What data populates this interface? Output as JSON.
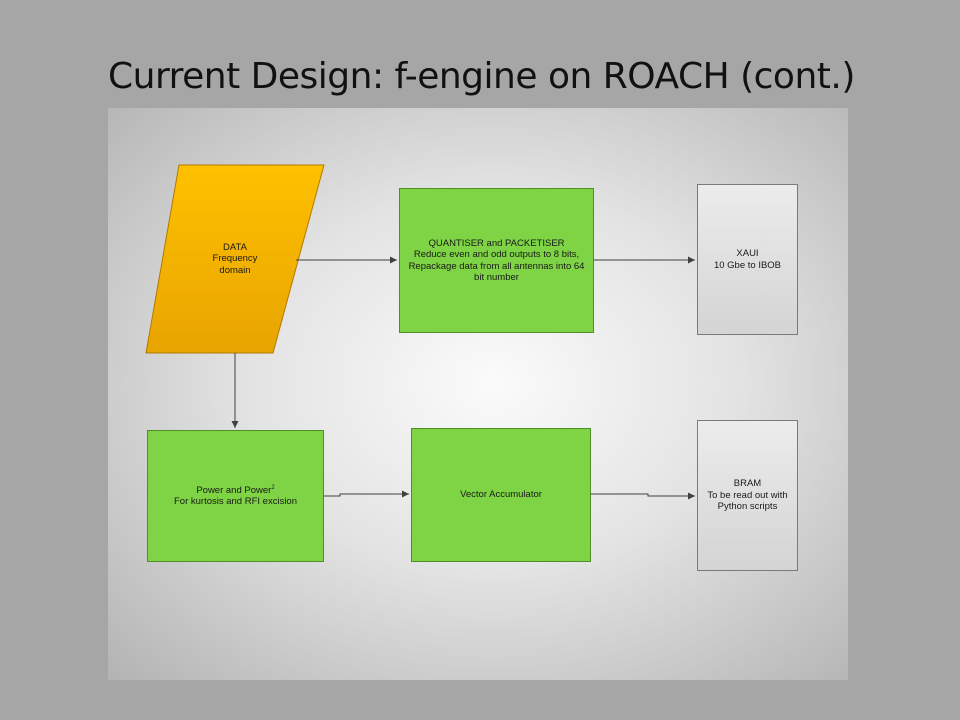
{
  "slide": {
    "title": "Current Design: f-engine on ROACH (cont.)"
  },
  "diagram": {
    "nodes": {
      "data": "DATA\nFrequency\ndomain",
      "quantiser": "QUANTISER and PACKETISER\nReduce even and odd outputs to 8 bits,\nRepackage data from all antennas into 64\nbit number",
      "xaui": "XAUI\n10 Gbe to IBOB",
      "power_line1": "Power and Power",
      "power_superscript": "2",
      "power_line2": "For kurtosis and RFI excision",
      "vector": "Vector Accumulator",
      "bram": "BRAM\nTo be read out with\nPython scripts"
    },
    "colors": {
      "data_fill_top": "#ffc000",
      "data_fill_bottom": "#e8a400",
      "process_fill": "#7ed444",
      "output_fill": "#e2e2e2",
      "connector": "#404040"
    }
  }
}
